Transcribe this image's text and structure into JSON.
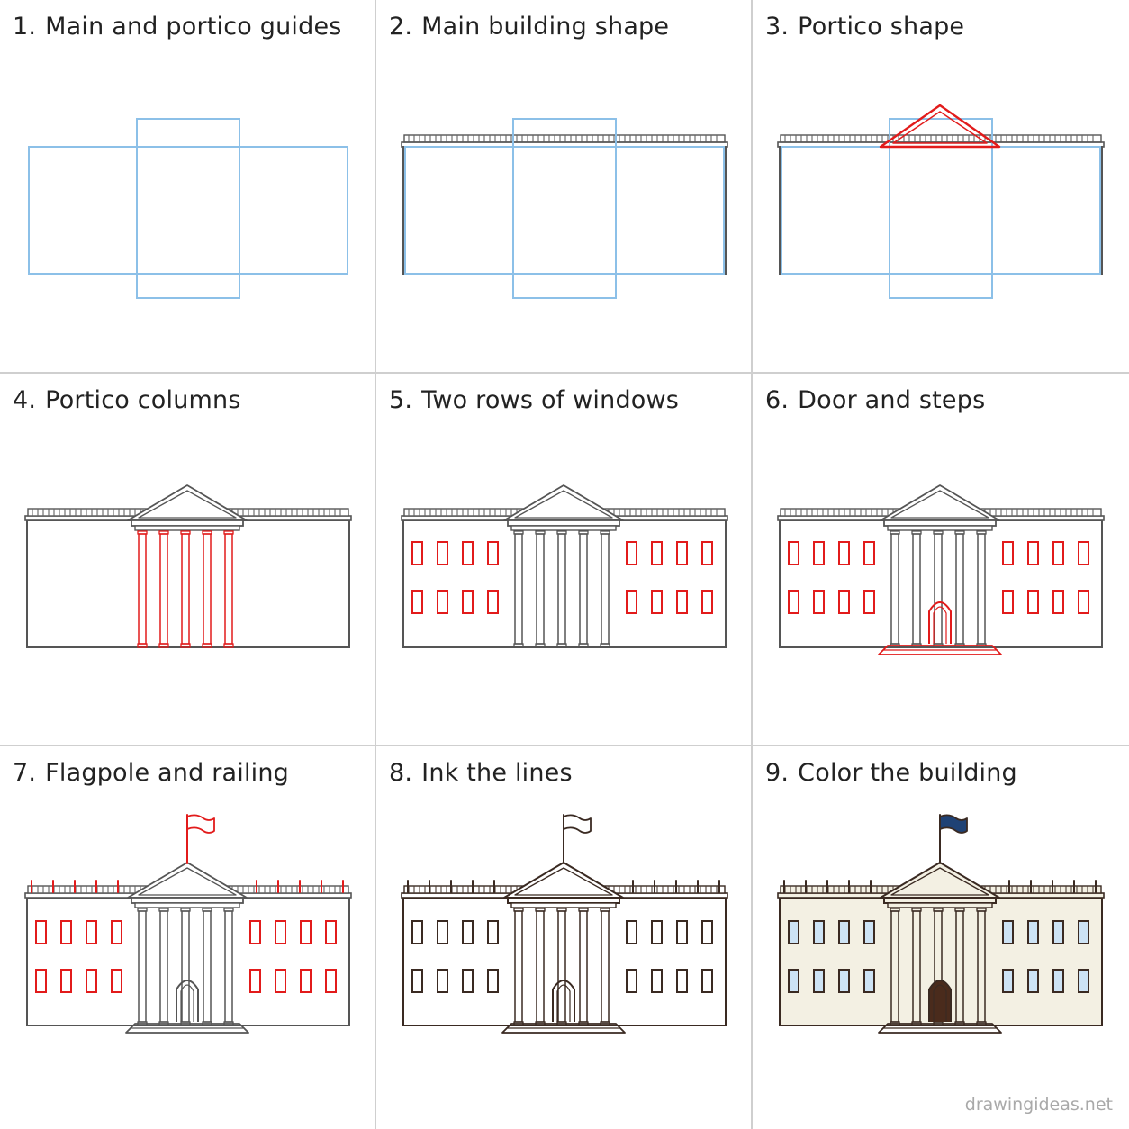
{
  "steps": [
    {
      "num": "1.",
      "title": "Main and portico guides"
    },
    {
      "num": "2.",
      "title": "Main building shape"
    },
    {
      "num": "3.",
      "title": "Portico shape"
    },
    {
      "num": "4.",
      "title": "Portico columns"
    },
    {
      "num": "5.",
      "title": "Two rows of windows"
    },
    {
      "num": "6.",
      "title": "Door and steps"
    },
    {
      "num": "7.",
      "title": "Flagpole and railing"
    },
    {
      "num": "8.",
      "title": "Ink the lines"
    },
    {
      "num": "9.",
      "title": "Color the building"
    }
  ],
  "watermark": "drawingideas.net",
  "colors": {
    "guide": "#8cc0e8",
    "pencil": "#555555",
    "highlight": "#e21b1b",
    "ink": "#3a2a22",
    "wall_fill": "#f3f0e3",
    "window_fill": "#cde3f5",
    "door_fill": "#4a2b1c",
    "flag_fill": "#1f4275"
  }
}
